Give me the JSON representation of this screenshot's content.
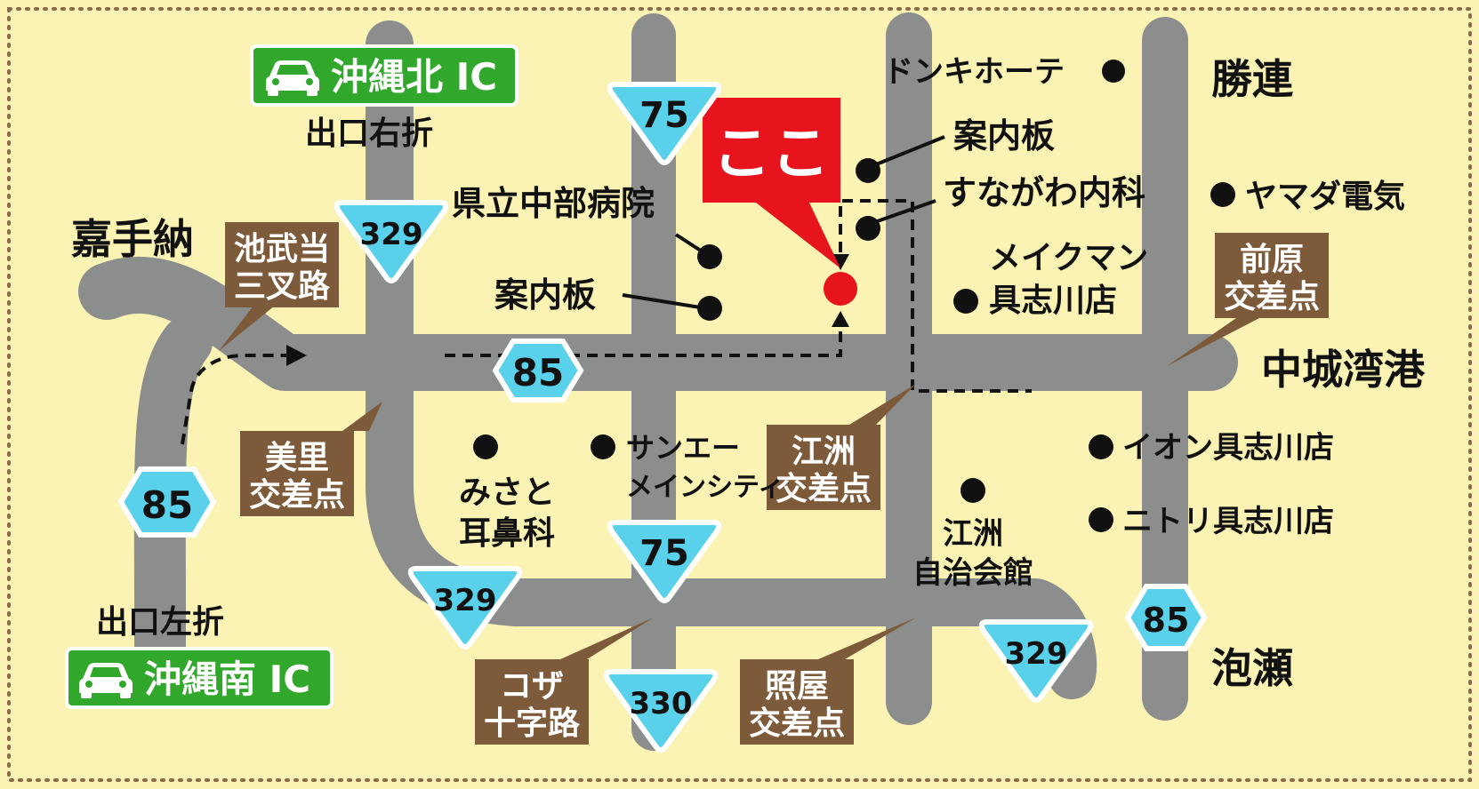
{
  "labels": {
    "kadena": "嘉手納",
    "katsuren": "勝連",
    "nakagusuku_port": "中城湾港",
    "awase": "泡瀬",
    "north_exit_note": "出口右折",
    "south_exit_note": "出口左折",
    "here": "ここ",
    "donki": "ドンキホーテ",
    "info_board_top": "案内板",
    "sunagawa": "すながわ内科",
    "yamada": "ヤマダ電気",
    "makeman_1": "メイクマン",
    "makeman_2": "具志川店",
    "kenritsu": "県立中部病院",
    "info_board_left": "案内板",
    "aeon": "イオン具志川店",
    "nitori": "ニトリ具志川店",
    "sanei_1": "サンエー",
    "sanei_2": "メインシティ",
    "misato_ent_1": "みさと",
    "misato_ent_2": "耳鼻科",
    "esu_hall_1": "江洲",
    "esu_hall_2": "自治会館"
  },
  "interchanges": {
    "north": "沖縄北 IC",
    "south": "沖縄南 IC"
  },
  "intersections": {
    "ikebutou_1": "池武当",
    "ikebutou_2": "三叉路",
    "misato_1": "美里",
    "misato_2": "交差点",
    "esu_1": "江洲",
    "esu_2": "交差点",
    "maehara_1": "前原",
    "maehara_2": "交差点",
    "koza_1": "コザ",
    "koza_2": "十字路",
    "teruya_1": "照屋",
    "teruya_2": "交差点"
  },
  "routes": {
    "r85_main": "85",
    "r85_west": "85",
    "r85_east": "85",
    "r75_north": "75",
    "r75_south": "75",
    "r329_north": "329",
    "r329_south": "329",
    "r329_east": "329",
    "r330": "330"
  },
  "colors": {
    "background": "#fbf3b4",
    "road": "#8c8e8e",
    "marker_red": "#e8141d",
    "ic_green": "#31a82c",
    "badge_brown": "#7d5a39",
    "route_cyan": "#5ad1ea"
  },
  "icons": {
    "car": "car-icon",
    "destination": "destination-marker-icon"
  }
}
